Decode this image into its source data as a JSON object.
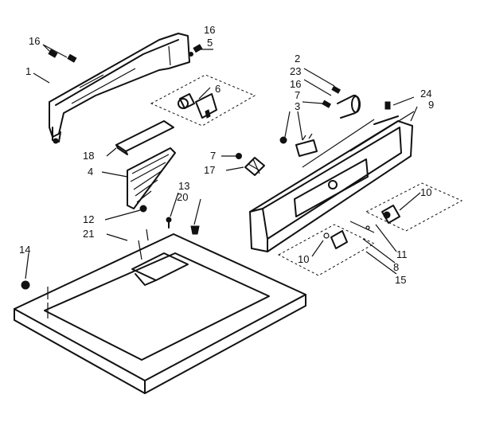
{
  "diagram": {
    "callouts": [
      {
        "id": "c1",
        "text": "16"
      },
      {
        "id": "c2",
        "text": "1"
      },
      {
        "id": "c3",
        "text": "16"
      },
      {
        "id": "c4",
        "text": "5"
      },
      {
        "id": "c5",
        "text": "6"
      },
      {
        "id": "c6",
        "text": "2"
      },
      {
        "id": "c7",
        "text": "23"
      },
      {
        "id": "c8",
        "text": "16"
      },
      {
        "id": "c9",
        "text": "7"
      },
      {
        "id": "c10",
        "text": "3"
      },
      {
        "id": "c11",
        "text": "24"
      },
      {
        "id": "c12",
        "text": "9"
      },
      {
        "id": "c13",
        "text": "18"
      },
      {
        "id": "c14",
        "text": "4"
      },
      {
        "id": "c15",
        "text": "7"
      },
      {
        "id": "c16",
        "text": "17"
      },
      {
        "id": "c17",
        "text": "13"
      },
      {
        "id": "c18",
        "text": "20"
      },
      {
        "id": "c19",
        "text": "12"
      },
      {
        "id": "c20",
        "text": "21"
      },
      {
        "id": "c21",
        "text": "10"
      },
      {
        "id": "c22",
        "text": "14"
      },
      {
        "id": "c23",
        "text": "11"
      },
      {
        "id": "c24",
        "text": "10"
      },
      {
        "id": "c25",
        "text": "8"
      },
      {
        "id": "c26",
        "text": "15"
      }
    ]
  }
}
